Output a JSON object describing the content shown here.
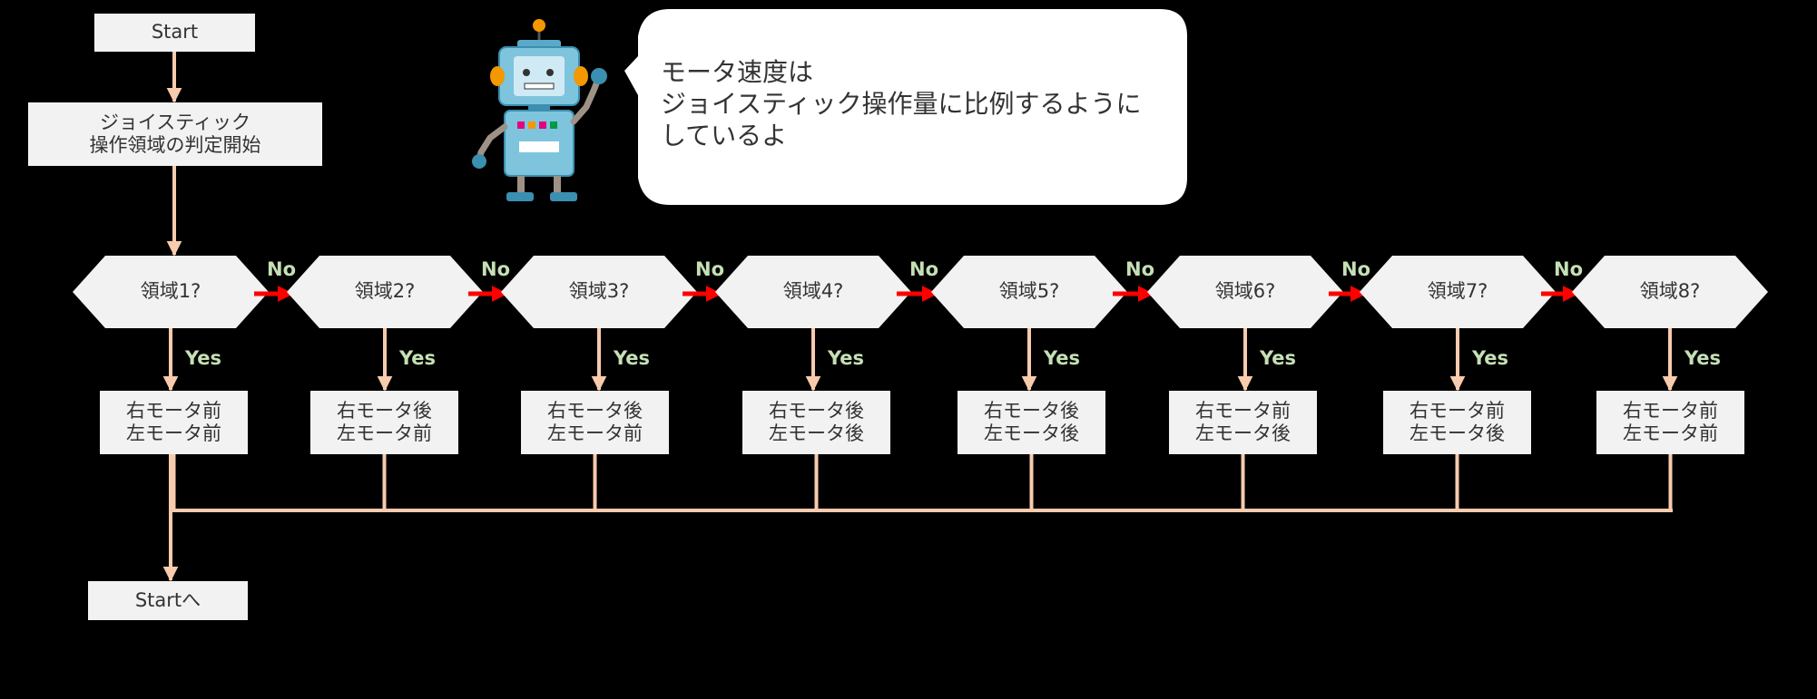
{
  "colors": {
    "background": "#000000",
    "shape_fill": "#f2f2f2",
    "shape_text": "#333333",
    "connector": "#f8cbad",
    "no_arrow": "#ff0000",
    "branch_label": "#c5e0b4"
  },
  "flow": {
    "start_label": "Start",
    "process_label": "ジョイスティック\n操作領域の判定開始",
    "end_label": "Startへ",
    "no_label": "No",
    "yes_label": "Yes",
    "steps": [
      {
        "decision": "領域1?",
        "action": "右モータ前\n左モータ前"
      },
      {
        "decision": "領域2?",
        "action": "右モータ後\n左モータ前"
      },
      {
        "decision": "領域3?",
        "action": "右モータ後\n左モータ前"
      },
      {
        "decision": "領域4?",
        "action": "右モータ後\n左モータ後"
      },
      {
        "decision": "領域5?",
        "action": "右モータ後\n左モータ後"
      },
      {
        "decision": "領域6?",
        "action": "右モータ前\n左モータ後"
      },
      {
        "decision": "領域7?",
        "action": "右モータ前\n左モータ後"
      },
      {
        "decision": "領域8?",
        "action": "右モータ前\n左モータ前"
      }
    ]
  },
  "speech_bubble": {
    "lines": [
      "モータ速度は",
      "ジョイスティック操作量に比例するように",
      "しているよ"
    ]
  },
  "robot": {
    "icon": "robot-character-icon"
  }
}
